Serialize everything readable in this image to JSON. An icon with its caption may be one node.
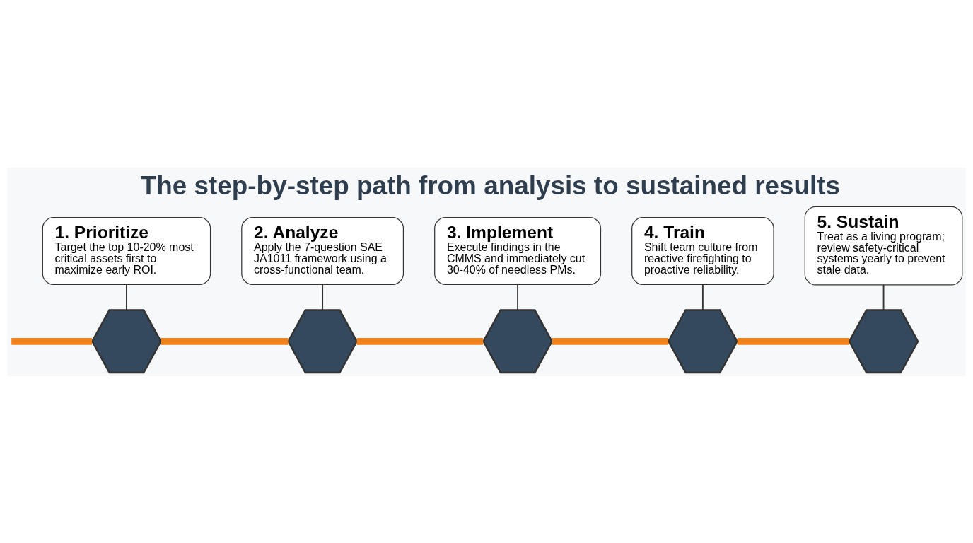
{
  "diagram": {
    "title": "The step-by-step path from analysis to sustained results",
    "nodes": [
      {
        "text": [
          "1. Prioritize",
          "Target the top 10-20% most critical assets first to maximize early ROI."
        ]
      },
      {
        "text": [
          "2. Analyze",
          "Apply the 7-question SAE JA1011 framework using a cross-functional team."
        ]
      },
      {
        "text": [
          "3. Implement",
          "Execute findings in the CMMS and immediately cut 30-40% of needless PMs."
        ]
      },
      {
        "text": [
          "4. Train",
          "Shift team culture from reactive firefighting to proactive reliability."
        ]
      },
      {
        "text": [
          "5. Sustain",
          "Treat as a living program; review safety-critical systems yearly to prevent stale data."
        ]
      },
      {
        "text": [],
        "shape": "hexagon"
      },
      {
        "text": [],
        "shape": "hexagon"
      },
      {
        "text": [],
        "shape": "hexagon"
      },
      {
        "text": [],
        "shape": "hexagon"
      },
      {
        "text": [],
        "shape": "hexagon"
      }
    ],
    "edges": [
      {
        "from": null,
        "to": 5,
        "arrow": "none",
        "style": "thick",
        "color": "#f0821e"
      },
      {
        "from": 5,
        "to": 6,
        "arrow": "none",
        "style": "thick",
        "color": "#f0821e"
      },
      {
        "from": 6,
        "to": 7,
        "arrow": "none",
        "style": "thick",
        "color": "#f0821e"
      },
      {
        "from": 7,
        "to": 8,
        "arrow": "none",
        "style": "thick",
        "color": "#f0821e"
      },
      {
        "from": 8,
        "to": 9,
        "arrow": "none",
        "style": "thick",
        "color": "#f0821e"
      },
      {
        "from": 5,
        "to": 0,
        "arrow": "none",
        "color": "#333333"
      },
      {
        "from": 6,
        "to": 1,
        "arrow": "none",
        "color": "#333333"
      },
      {
        "from": 7,
        "to": 2,
        "arrow": "none",
        "color": "#333333"
      },
      {
        "from": 8,
        "to": 3,
        "arrow": "none",
        "color": "#333333"
      },
      {
        "from": 9,
        "to": 4,
        "arrow": "none",
        "color": "#333333"
      }
    ]
  }
}
